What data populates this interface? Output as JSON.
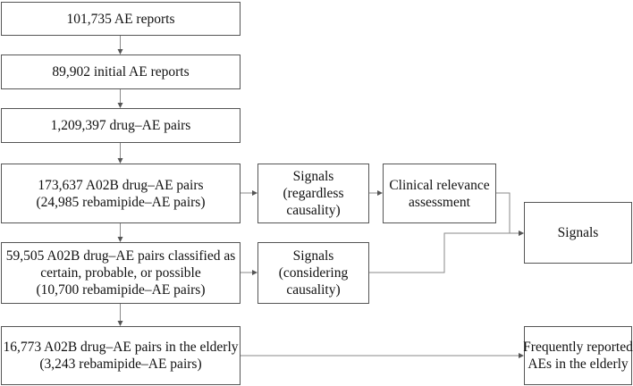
{
  "flow": {
    "reports": {
      "lines": [
        "101,735 AE reports"
      ]
    },
    "initial": {
      "lines": [
        "89,902 initial AE reports"
      ]
    },
    "pairs": {
      "lines": [
        "1,209,397 drug–AE pairs"
      ]
    },
    "a02b": {
      "lines": [
        "173,637 A02B drug–AE pairs",
        "(24,985 rebamipide–AE pairs)"
      ]
    },
    "classified": {
      "lines": [
        "59,505 A02B drug–AE pairs classified as",
        "certain, probable, or possible",
        "(10,700 rebamipide–AE pairs)"
      ]
    },
    "elderly": {
      "lines": [
        "16,773 A02B drug–AE pairs in the elderly",
        "(3,243 rebamipide–AE pairs)"
      ]
    },
    "signals_regardless": {
      "lines": [
        "Signals",
        "(regardless",
        "causality)"
      ]
    },
    "signals_considering": {
      "lines": [
        "Signals",
        "(considering",
        "causality)"
      ]
    },
    "clinical": {
      "lines": [
        "Clinical relevance",
        "assessment"
      ]
    },
    "signals_final": {
      "lines": [
        "Signals"
      ]
    },
    "frequent": {
      "lines": [
        "Frequently reported",
        "AEs in the elderly"
      ]
    }
  }
}
